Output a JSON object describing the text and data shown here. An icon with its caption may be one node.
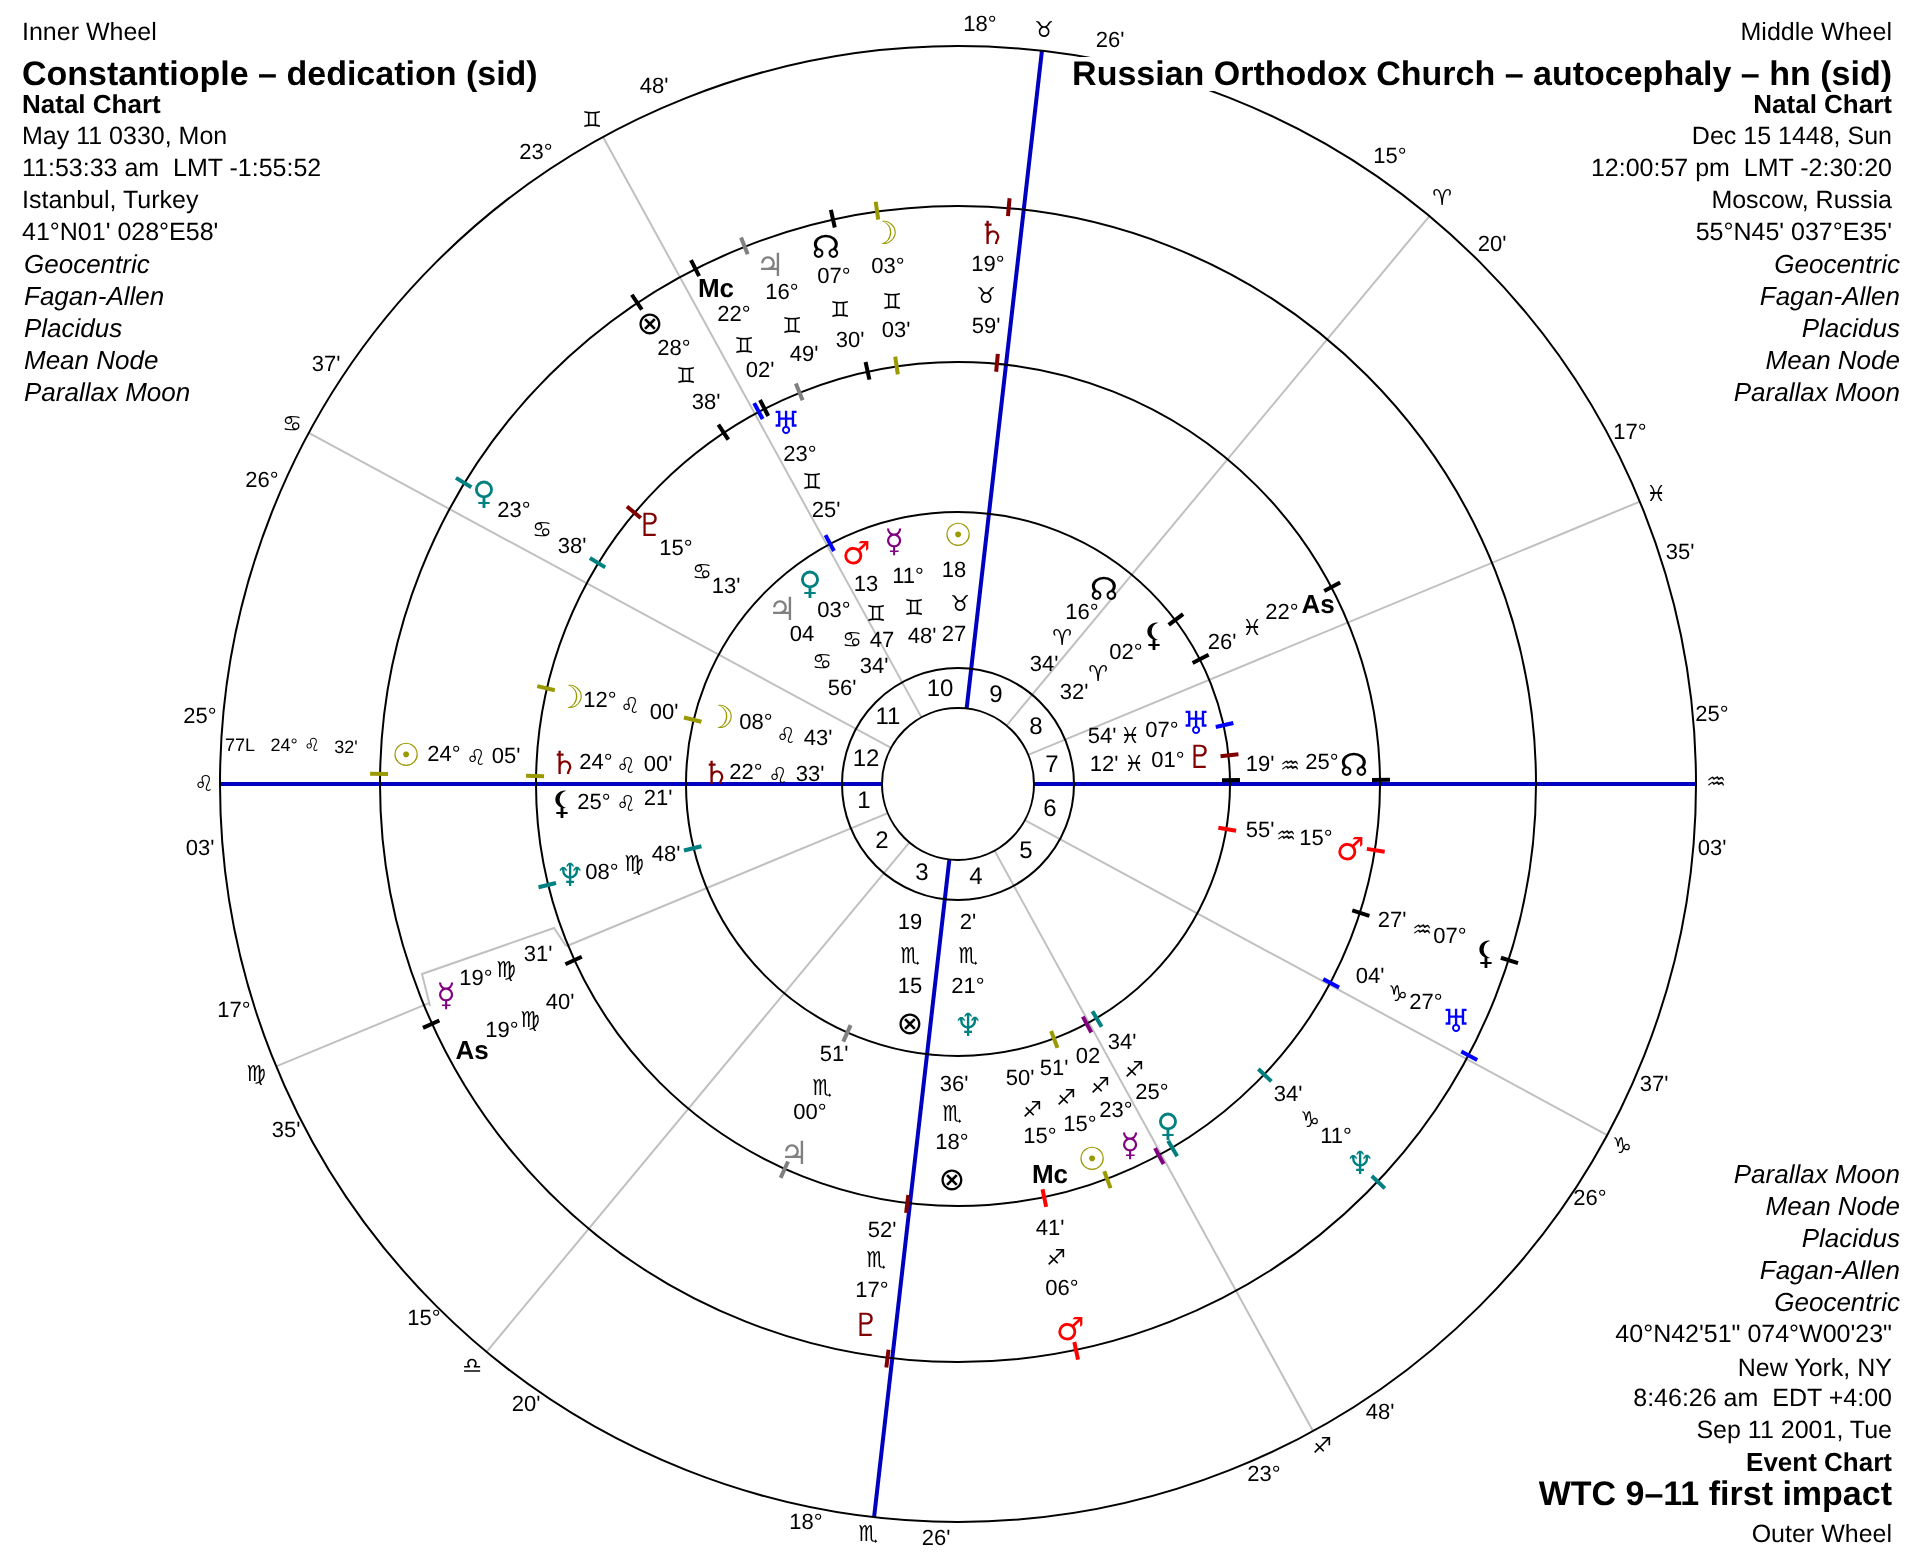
{
  "diagram": {
    "labels": [
      "Inner Wheel",
      "Constantiople – dedication (sid)",
      "Natal Chart",
      "May 11 0330, Mon",
      "11:53:33 am  LMT -1:55:52",
      "Istanbul, Turkey",
      "41°N01' 028°E58'",
      "Geocentric",
      "Fagan-Allen",
      "Placidus",
      "Mean Node",
      "Parallax Moon",
      "Middle Wheel",
      "Russian Orthodox Church – autocephaly – hn (sid)",
      "Natal Chart",
      "Dec 15 1448, Sun",
      "12:00:57 pm  LMT -2:30:20",
      "Moscow, Russia",
      "55°N45' 037°E35'",
      "Geocentric",
      "Fagan-Allen",
      "Placidus",
      "Mean Node",
      "Parallax Moon",
      "18°",
      "♉",
      "26'",
      "15°",
      "♈",
      "20'",
      "17°",
      "♓",
      "35'",
      "25°",
      "♒",
      "03'",
      "37'",
      "♑",
      "26°",
      "48'",
      "♐",
      "23°",
      "18°",
      "♏",
      "26'",
      "20'",
      "♎",
      "15°",
      "35'",
      "♍",
      "17°",
      "03'",
      "♌",
      "25°",
      "26°",
      "♋",
      "37'",
      "23°",
      "♊",
      "48'",
      "♄",
      "19°",
      "♉",
      "59'",
      "☽",
      "03°",
      "♊",
      "03'",
      "☊",
      "07°",
      "♊",
      "30'",
      "♃",
      "16°",
      "♊",
      "49'",
      "Mc",
      "22°",
      "♊",
      "02'",
      "⊗",
      "28°",
      "♊",
      "38'",
      "♀",
      "23°",
      "♋",
      "38'",
      "77L",
      "24°",
      "♌",
      "32'",
      "☉",
      "24°",
      "♌",
      "05'",
      "☿",
      "19°",
      "♍",
      "31'",
      "As",
      "19°",
      "♍",
      "40'",
      "52'",
      "♏",
      "17°",
      "♇",
      "41'",
      "♐",
      "06°",
      "♂",
      "34'",
      "♑",
      "11°",
      "♆",
      "04'",
      "♑",
      "27°",
      "♅",
      "27'",
      "♒",
      "07°",
      "⚸",
      "♅",
      "23°",
      "♊",
      "25'",
      "♇",
      "15°",
      "♋",
      "13'",
      "☽",
      "12°",
      "♌",
      "00'",
      "♄",
      "24°",
      "♌",
      "00'",
      "⚸",
      "25°",
      "♌",
      "21'",
      "♆",
      "08°",
      "♍",
      "48'",
      "51'",
      "♏",
      "00°",
      "♃",
      "36'",
      "♏",
      "18°",
      "⊗",
      "50'",
      "♐",
      "15°",
      "Mc",
      "51'",
      "♐",
      "15°",
      "☉",
      "02",
      "♐",
      "23°",
      "☿",
      "34'",
      "♐",
      "25°",
      "♀",
      "55'",
      "♒",
      "15°",
      "♂",
      "19'",
      "♒",
      "25°",
      "☊",
      "26'",
      "♓",
      "22°",
      "As",
      "☉",
      "18",
      "♉",
      "27",
      "♂",
      "13",
      "♊",
      "47",
      "☿",
      "11°",
      "♊",
      "48'",
      "♀",
      "03°",
      "♋",
      "34'",
      "♃",
      "04",
      "♋",
      "56'",
      "☊",
      "16°",
      "♈",
      "34'",
      "⚸",
      "02°",
      "♈",
      "32'",
      "☽",
      "08°",
      "♌",
      "43'",
      "♄",
      "22°",
      "♌",
      "33'",
      "19",
      "♏",
      "15",
      "⊗",
      "2'",
      "♏",
      "21°",
      "♆",
      "12'",
      "♓",
      "01°",
      "♇",
      "54'",
      "♓",
      "07°",
      "♅",
      "10",
      "9",
      "11",
      "8",
      "12",
      "7",
      "1",
      "6",
      "2",
      "5",
      "3",
      "4",
      "Parallax Moon",
      "Mean Node",
      "Placidus",
      "Fagan-Allen",
      "Geocentric",
      "40°N42'51\" 074°W00'23\"",
      "New York, NY",
      "8:46:26 am  EDT +4:00",
      "Sep 11 2001, Tue",
      "Event Chart",
      "WTC 9–11 first impact",
      "Outer Wheel"
    ]
  }
}
